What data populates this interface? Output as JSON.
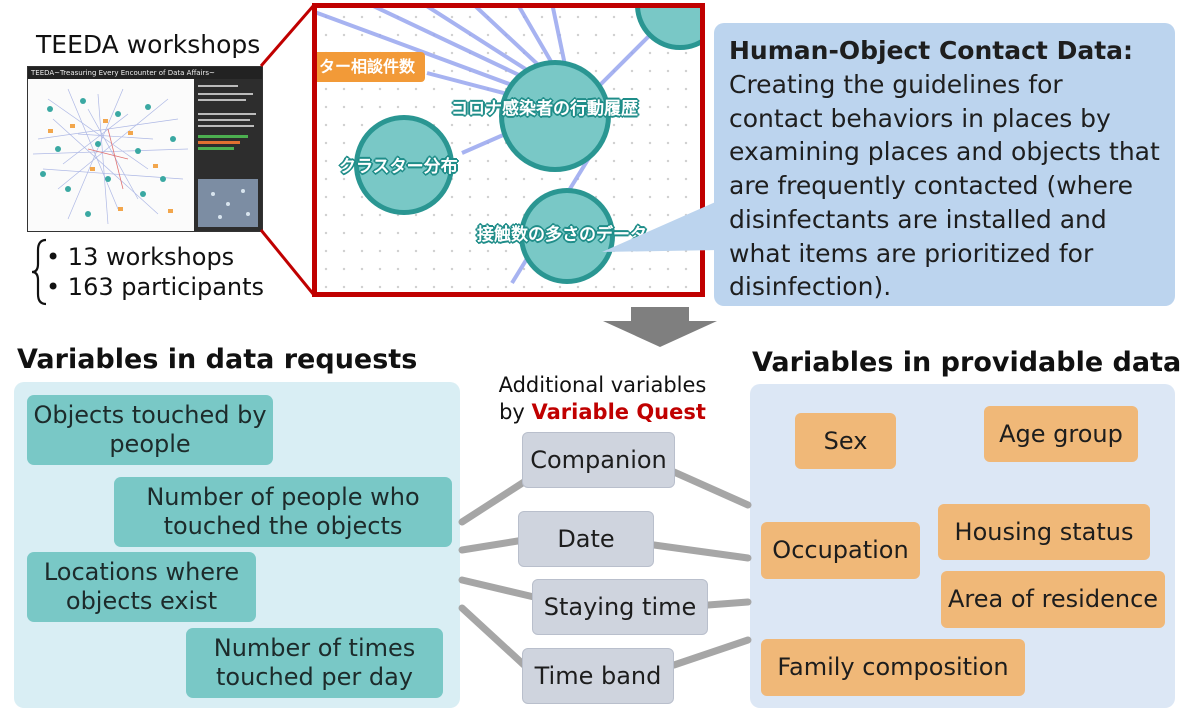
{
  "thumbnail": {
    "title": "TEEDA workshops",
    "window_title": "TEEDA~Treasuring Every Encounter of Data Affairs~",
    "bullets": [
      "13 workshops",
      "163 participants"
    ]
  },
  "graph_nodes": {
    "orange_label": "ター相談件数",
    "corona": "コロナ感染者の行動履歴",
    "cluster": "クラスター分布",
    "contact": "接触数の多さのデータ"
  },
  "callout": {
    "title": "Human-Object Contact Data:",
    "body": "Creating the guidelines for contact behaviors in places by examining places and objects that are frequently contacted (where disinfectants are installed and what items are prioritized for disinfection)."
  },
  "left": {
    "title": "Variables in data requests",
    "items": [
      "Objects touched by people",
      "Number of people who touched the objects",
      "Locations where objects exist",
      "Number of times touched per day"
    ]
  },
  "middle": {
    "caption_line1": "Additional variables",
    "caption_by": "by",
    "caption_highlight": "Variable Quest",
    "items": [
      "Companion",
      "Date",
      "Staying time",
      "Time band"
    ]
  },
  "right": {
    "title": "Variables in providable data",
    "items": [
      "Sex",
      "Age group",
      "Occupation",
      "Housing status",
      "Area of residence",
      "Family composition"
    ]
  },
  "colors": {
    "highlight_red": "#c00000",
    "teal_box": "#79c8c6",
    "grey_box": "#cfd4de",
    "orange_box": "#f0b878",
    "callout_bg": "#bcd4ee"
  }
}
